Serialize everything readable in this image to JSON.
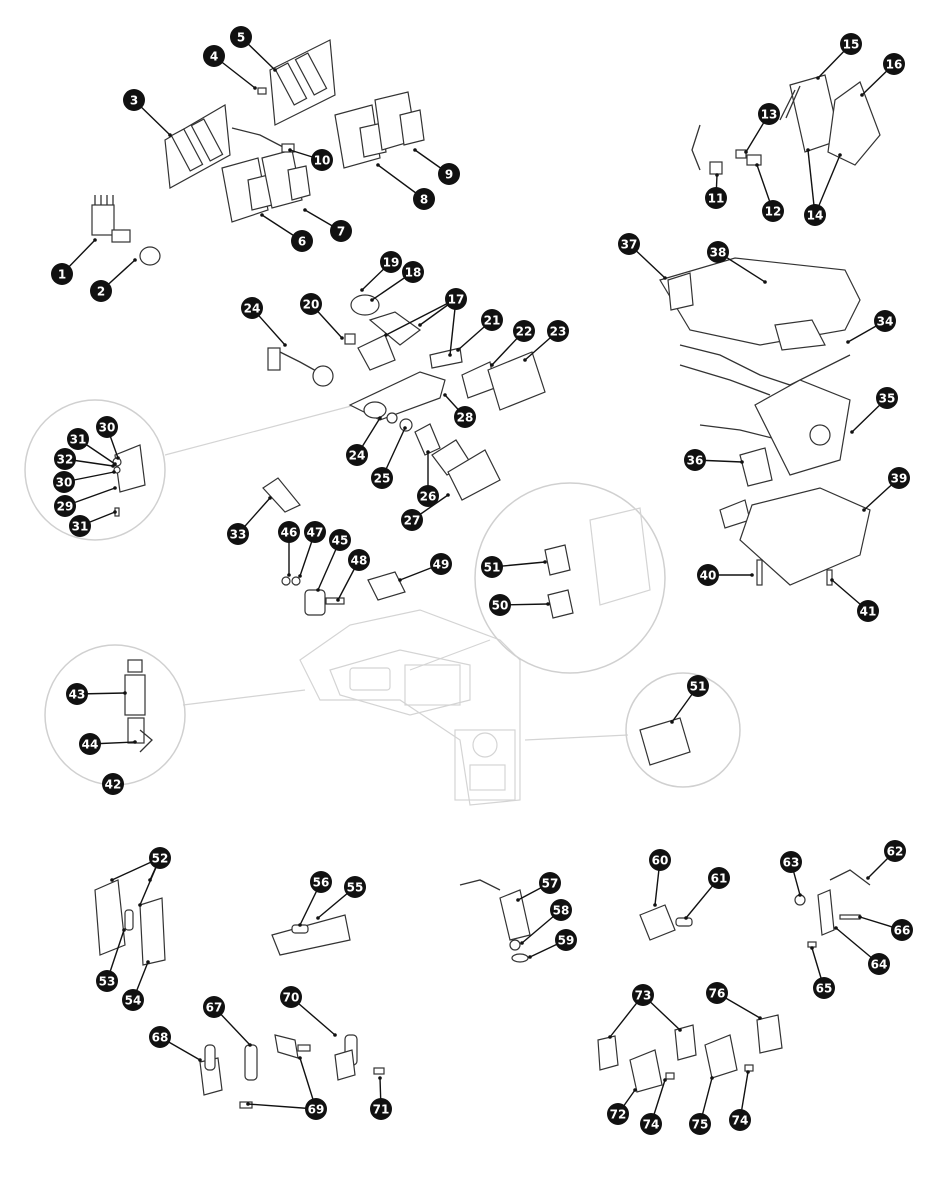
{
  "diagram": {
    "type": "exploded-parts-diagram",
    "colors": {
      "callout": "#111111",
      "callout_text": "#ffffff",
      "ghost_console": "#d4d4d4"
    },
    "callouts": [
      {
        "id": "c1",
        "label": "1"
      },
      {
        "id": "c2",
        "label": "2"
      },
      {
        "id": "c3",
        "label": "3"
      },
      {
        "id": "c4",
        "label": "4"
      },
      {
        "id": "c5",
        "label": "5"
      },
      {
        "id": "c6",
        "label": "6"
      },
      {
        "id": "c7",
        "label": "7"
      },
      {
        "id": "c8",
        "label": "8"
      },
      {
        "id": "c9",
        "label": "9"
      },
      {
        "id": "c10",
        "label": "10"
      },
      {
        "id": "c11",
        "label": "11"
      },
      {
        "id": "c12",
        "label": "12"
      },
      {
        "id": "c13",
        "label": "13"
      },
      {
        "id": "c14",
        "label": "14"
      },
      {
        "id": "c15",
        "label": "15"
      },
      {
        "id": "c16",
        "label": "16"
      },
      {
        "id": "c17",
        "label": "17"
      },
      {
        "id": "c18",
        "label": "18"
      },
      {
        "id": "c19",
        "label": "19"
      },
      {
        "id": "c20",
        "label": "20"
      },
      {
        "id": "c21",
        "label": "21"
      },
      {
        "id": "c22",
        "label": "22"
      },
      {
        "id": "c23",
        "label": "23"
      },
      {
        "id": "c24a",
        "label": "24"
      },
      {
        "id": "c24b",
        "label": "24"
      },
      {
        "id": "c25",
        "label": "25"
      },
      {
        "id": "c26",
        "label": "26"
      },
      {
        "id": "c27",
        "label": "27"
      },
      {
        "id": "c28",
        "label": "28"
      },
      {
        "id": "c29",
        "label": "29"
      },
      {
        "id": "c30a",
        "label": "30"
      },
      {
        "id": "c30b",
        "label": "30"
      },
      {
        "id": "c31a",
        "label": "31"
      },
      {
        "id": "c31b",
        "label": "31"
      },
      {
        "id": "c32",
        "label": "32"
      },
      {
        "id": "c33",
        "label": "33"
      },
      {
        "id": "c34",
        "label": "34"
      },
      {
        "id": "c35",
        "label": "35"
      },
      {
        "id": "c36",
        "label": "36"
      },
      {
        "id": "c37",
        "label": "37"
      },
      {
        "id": "c38",
        "label": "38"
      },
      {
        "id": "c39",
        "label": "39"
      },
      {
        "id": "c40",
        "label": "40"
      },
      {
        "id": "c41",
        "label": "41"
      },
      {
        "id": "c42",
        "label": "42"
      },
      {
        "id": "c43",
        "label": "43"
      },
      {
        "id": "c44",
        "label": "44"
      },
      {
        "id": "c45",
        "label": "45"
      },
      {
        "id": "c46",
        "label": "46"
      },
      {
        "id": "c47",
        "label": "47"
      },
      {
        "id": "c48",
        "label": "48"
      },
      {
        "id": "c49",
        "label": "49"
      },
      {
        "id": "c50",
        "label": "50"
      },
      {
        "id": "c51a",
        "label": "51"
      },
      {
        "id": "c51b",
        "label": "51"
      },
      {
        "id": "c52",
        "label": "52"
      },
      {
        "id": "c53",
        "label": "53"
      },
      {
        "id": "c54",
        "label": "54"
      },
      {
        "id": "c55",
        "label": "55"
      },
      {
        "id": "c56",
        "label": "56"
      },
      {
        "id": "c57",
        "label": "57"
      },
      {
        "id": "c58",
        "label": "58"
      },
      {
        "id": "c59",
        "label": "59"
      },
      {
        "id": "c60",
        "label": "60"
      },
      {
        "id": "c61",
        "label": "61"
      },
      {
        "id": "c62",
        "label": "62"
      },
      {
        "id": "c63",
        "label": "63"
      },
      {
        "id": "c64",
        "label": "64"
      },
      {
        "id": "c65",
        "label": "65"
      },
      {
        "id": "c66",
        "label": "66"
      },
      {
        "id": "c67",
        "label": "67"
      },
      {
        "id": "c68",
        "label": "68"
      },
      {
        "id": "c69",
        "label": "69"
      },
      {
        "id": "c70",
        "label": "70"
      },
      {
        "id": "c71",
        "label": "71"
      },
      {
        "id": "c72",
        "label": "72"
      },
      {
        "id": "c73",
        "label": "73"
      },
      {
        "id": "c74a",
        "label": "74"
      },
      {
        "id": "c74b",
        "label": "74"
      },
      {
        "id": "c75",
        "label": "75"
      },
      {
        "id": "c76",
        "label": "76"
      }
    ]
  }
}
